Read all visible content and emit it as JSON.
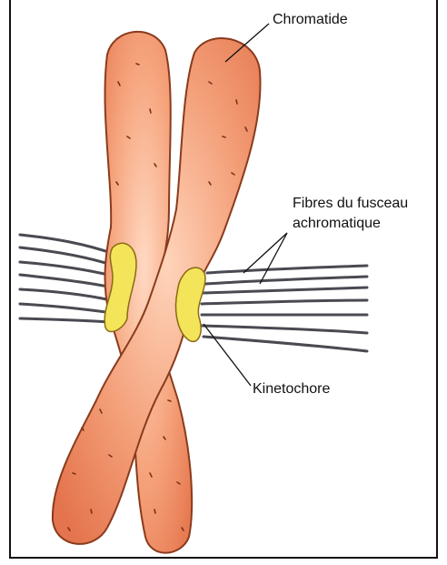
{
  "labels": {
    "chromatid": "Chromatide",
    "spindle_fibres_line1": "Fibres du fusceau",
    "spindle_fibres_line2": "achromatique",
    "kinetochore": "Kinetochore"
  },
  "colors": {
    "chromatid_fill": "#f2946a",
    "chromatid_highlight": "#ffd9c2",
    "chromatid_outline": "#8a3b1d",
    "kinetochore_fill": "#f3e45a",
    "fibre": "#4a4a52",
    "leader_line": "#111111"
  }
}
